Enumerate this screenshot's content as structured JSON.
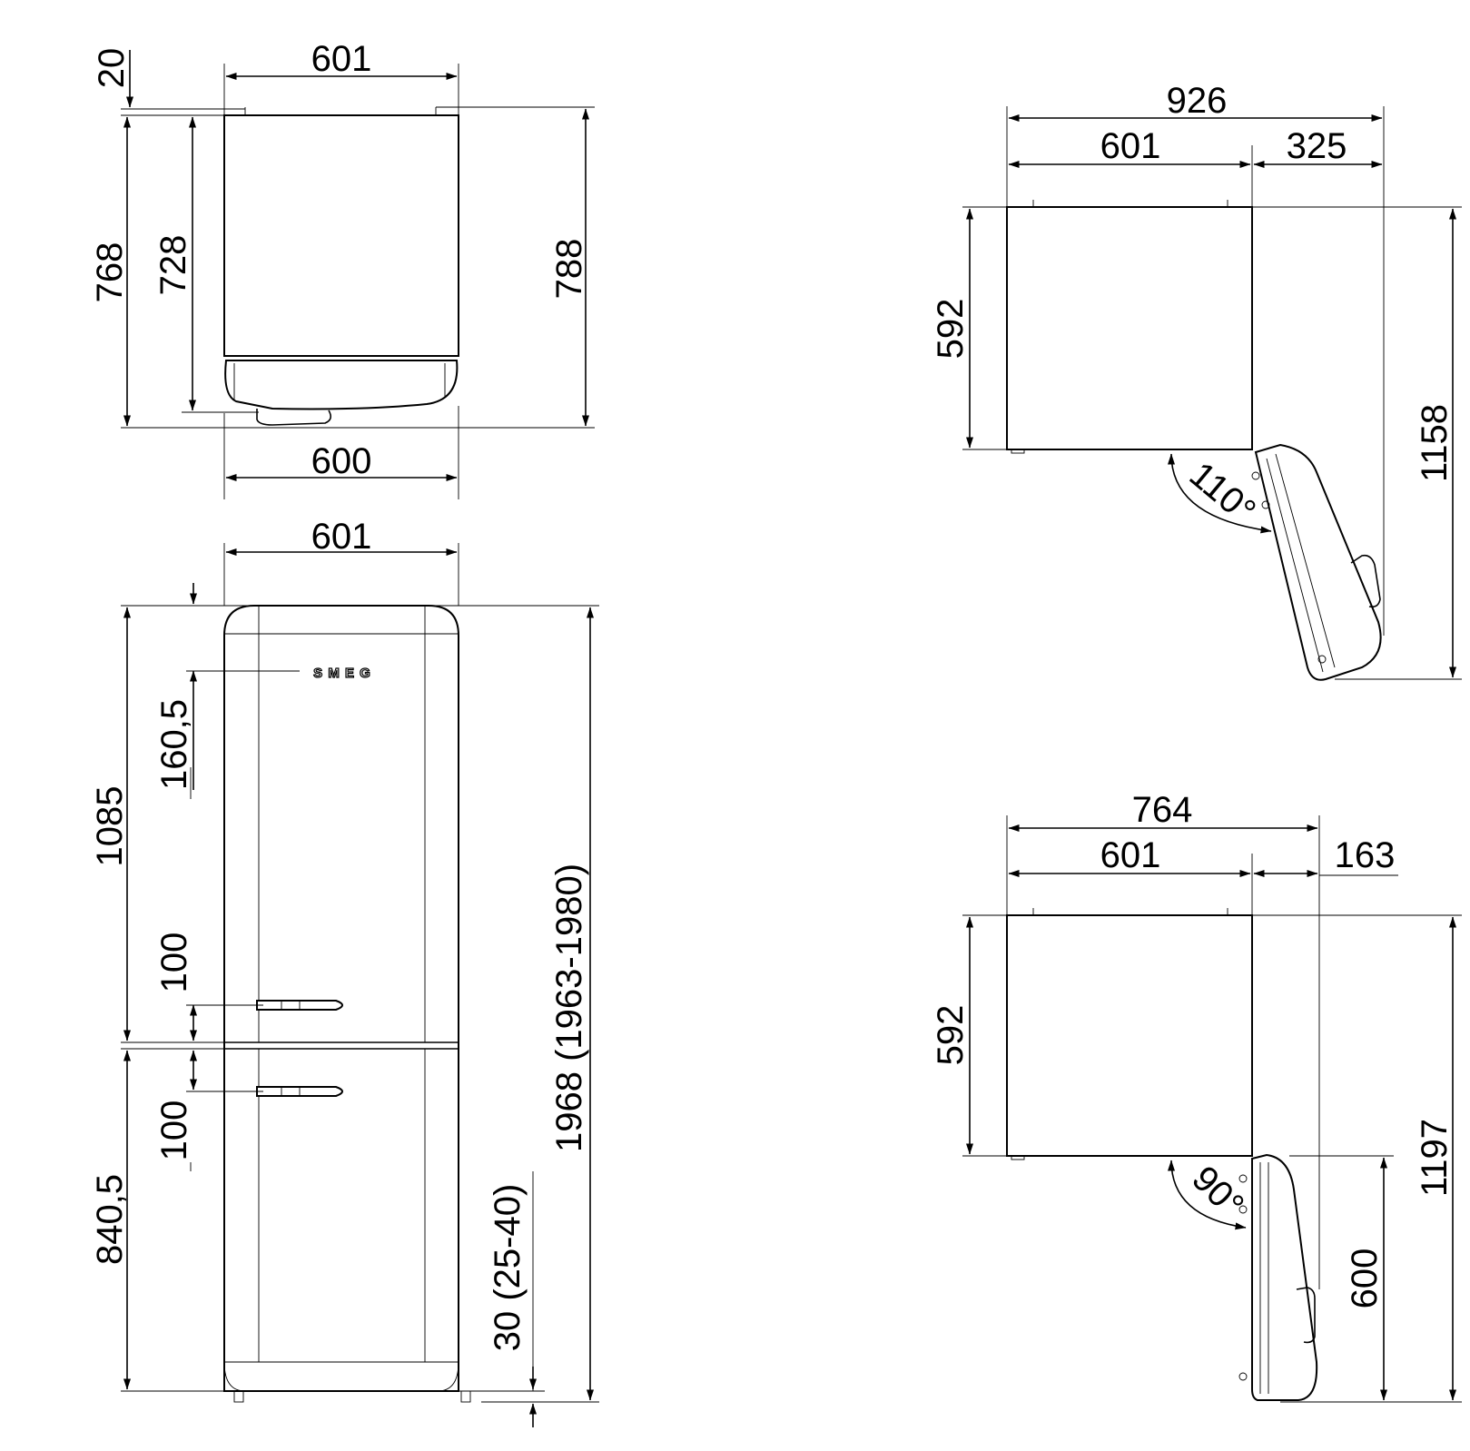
{
  "brand_logo": "S M E G",
  "colors": {
    "line": "#000000",
    "background": "#ffffff"
  },
  "top_view": {
    "width_top": "601",
    "rear_offset": "20",
    "depth_total_left": "768",
    "depth_inner": "728",
    "depth_total_right": "788",
    "width_bottom": "600"
  },
  "front_view": {
    "width": "601",
    "logo_offset": "160,5",
    "upper_height": "1085",
    "upper_handle": "100",
    "lower_handle": "100",
    "lower_height": "840,5",
    "total_height": "1968 (1963-1980)",
    "feet": "30 (25-40)"
  },
  "door_110": {
    "overall_width": "926",
    "body_width": "601",
    "door_extension": "325",
    "body_depth": "592",
    "total_depth": "1158",
    "angle": "110°"
  },
  "door_90": {
    "overall_width": "764",
    "body_width": "601",
    "door_extension": "163",
    "body_depth": "592",
    "total_depth": "1197",
    "door_width": "600",
    "angle": "90°"
  }
}
